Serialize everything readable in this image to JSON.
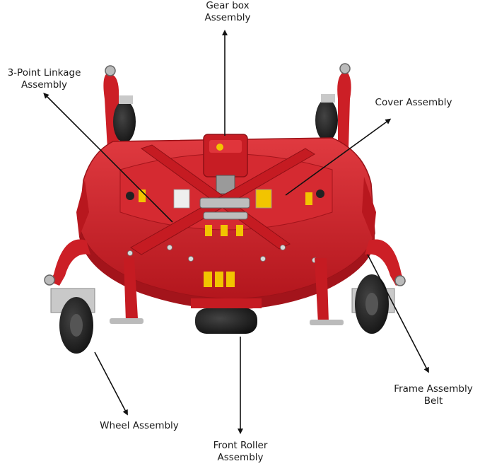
{
  "labels": {
    "gear_box": [
      "Gear box",
      "Assembly"
    ],
    "linkage": [
      "3-Point Linkage",
      "Assembly"
    ],
    "cover": [
      "Cover Assembly"
    ],
    "frame": [
      "Frame Assembly",
      "Belt"
    ],
    "wheel": [
      "Wheel Assembly"
    ],
    "roller": [
      "Front Roller",
      "Assembly"
    ]
  },
  "colors": {
    "deck_red": "#d6232a",
    "deck_dark": "#a3141b",
    "tire": "#1e1e1e",
    "decal_yellow": "#f2c400",
    "arrow": "#111111"
  }
}
